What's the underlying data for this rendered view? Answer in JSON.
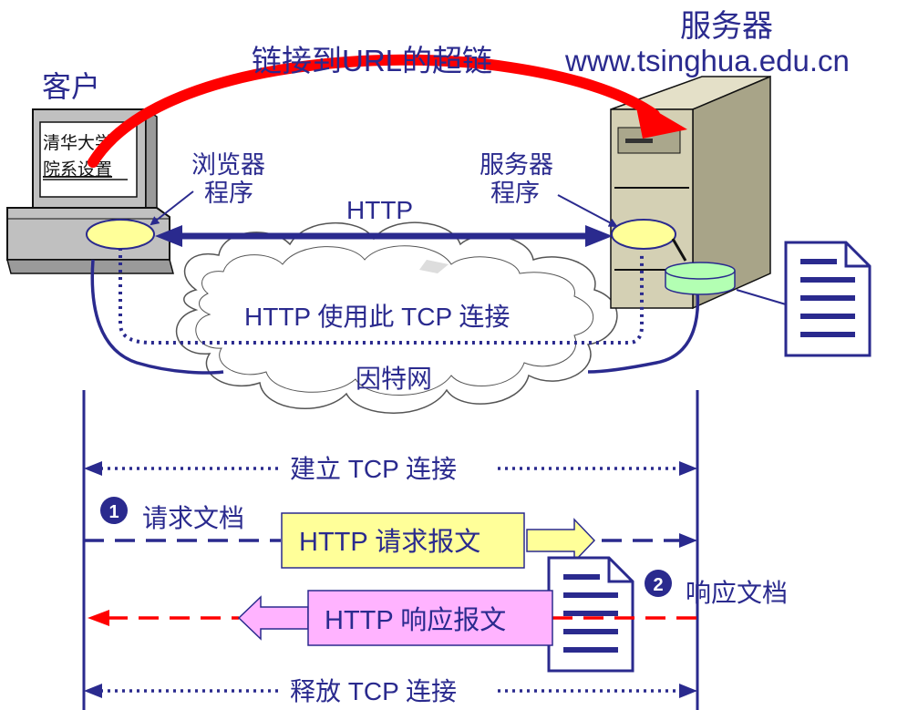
{
  "labels": {
    "client": "客户",
    "server_title": "服务器",
    "server_url": "www.tsinghua.edu.cn",
    "link_caption": "链接到URL的超链",
    "monitor_line1": "清华大学",
    "monitor_line2": "院系设置",
    "browser_line1": "浏览器",
    "browser_line2": "程序",
    "server_prog_line1": "服务器",
    "server_prog_line2": "程序",
    "http": "HTTP",
    "cloud_tcp": "HTTP 使用此 TCP 连接",
    "internet": "因特网",
    "establish_tcp": "建立 TCP 连接",
    "step1_num": "1",
    "step1_text": "请求文档",
    "request_msg": "HTTP 请求报文",
    "step2_num": "2",
    "step2_text": "响应文档",
    "response_msg": "HTTP 响应报文",
    "release_tcp": "释放 TCP 连接"
  },
  "colors": {
    "navy": "#2a2a8e",
    "red": "#ff0000",
    "request_box": "#ffff99",
    "response_box": "#ffb3ff",
    "server_body": "#d4d0b4",
    "server_side": "#a8a488",
    "client_body": "#c0c0c0",
    "oval": "#ffff99",
    "disk": "#b3ffb3"
  },
  "icons": [
    "computer-icon",
    "server-tower-icon",
    "document-icon",
    "cloud-icon",
    "disk-icon"
  ]
}
